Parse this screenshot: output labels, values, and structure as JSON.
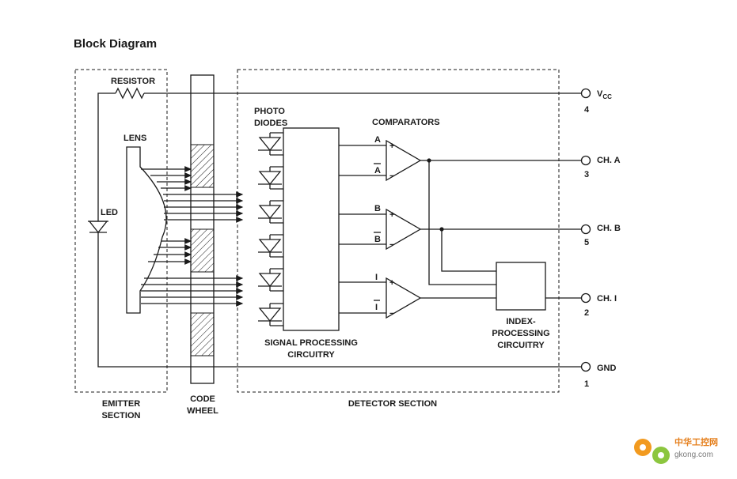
{
  "title": "Block Diagram",
  "emitter": {
    "resistor": "RESISTOR",
    "lens": "LENS",
    "led": "LED",
    "section": [
      "EMITTER",
      "SECTION"
    ]
  },
  "code_wheel": [
    "CODE",
    "WHEEL"
  ],
  "detector": {
    "photo_diodes": [
      "PHOTO",
      "DIODES"
    ],
    "comparators": "COMPARATORS",
    "signal_processing": [
      "SIGNAL PROCESSING",
      "CIRCUITRY"
    ],
    "index_processing": [
      "INDEX-",
      "PROCESSING",
      "CIRCUITRY"
    ],
    "section": "DETECTOR SECTION",
    "inputs": [
      "A",
      "A",
      "B",
      "B",
      "I",
      "I"
    ],
    "plus": "+",
    "minus": "−"
  },
  "pins": [
    {
      "label": "V",
      "sub": "CC",
      "number": "4"
    },
    {
      "label": "CH. A",
      "number": "3"
    },
    {
      "label": "CH. B",
      "number": "5"
    },
    {
      "label": "CH. I",
      "number": "2"
    },
    {
      "label": "GND",
      "number": "1"
    }
  ],
  "watermark": {
    "cn": "中华工控网",
    "site": "gkong.com"
  },
  "colors": {
    "line": "#1a1a1a",
    "gear_orange": "#f29a1f",
    "gear_green": "#8cc63f",
    "wm_text": "#e57f1c"
  }
}
